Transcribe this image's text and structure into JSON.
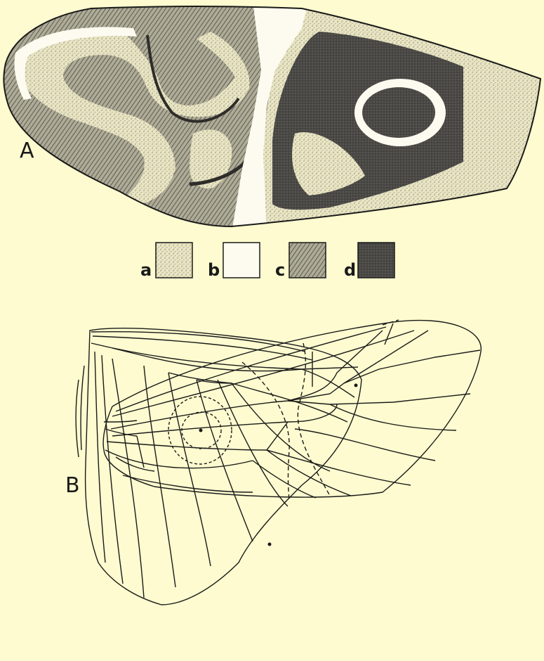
{
  "panels": [
    {
      "id": "A",
      "label": "A"
    },
    {
      "id": "B",
      "label": "B"
    }
  ],
  "legend": [
    {
      "key": "a",
      "label": "a",
      "pattern": "light-stipple"
    },
    {
      "key": "b",
      "label": "b",
      "pattern": "blank"
    },
    {
      "key": "c",
      "label": "c",
      "pattern": "hatched"
    },
    {
      "key": "d",
      "label": "d",
      "pattern": "dark-stipple"
    }
  ],
  "colors": {
    "background": "#fdfbcf",
    "ink": "#1a1a1a",
    "tone_light": "#e6e2bd",
    "tone_hatch": "#9d9a88",
    "tone_dark": "#494744"
  }
}
